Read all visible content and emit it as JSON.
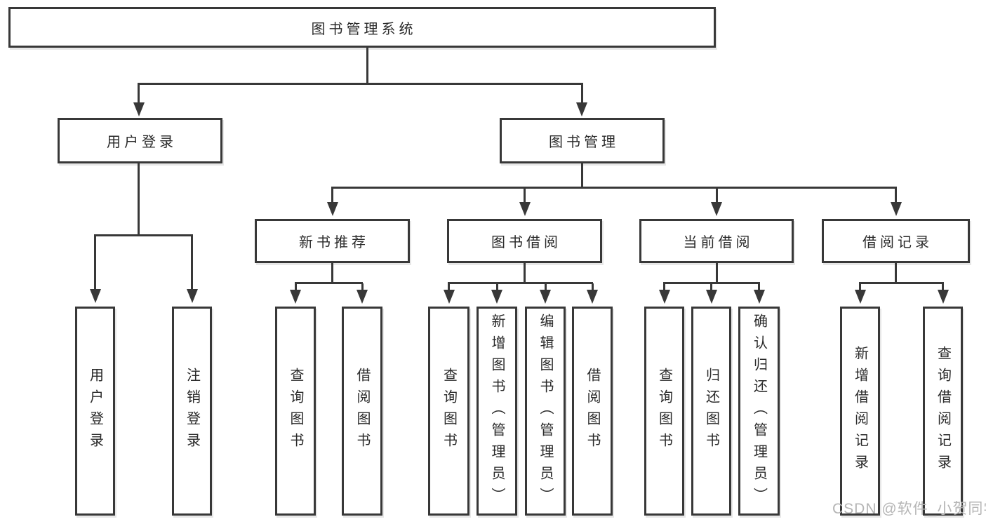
{
  "diagram": {
    "root": "图书管理系统",
    "level2": [
      "用户登录",
      "图书管理"
    ],
    "level3": [
      "新书推荐",
      "图书借阅",
      "当前借阅",
      "借阅记录"
    ],
    "leaves": {
      "user_login": [
        "用户登录",
        "注销登录"
      ],
      "new_books": [
        "查询图书",
        "借阅图书"
      ],
      "book_borrow": [
        "查询图书",
        "新增图书（管理员）",
        "编辑图书（管理员）",
        "借阅图书"
      ],
      "current_borrow": [
        "查询图书",
        "归还图书",
        "确认归还（管理员）"
      ],
      "borrow_records": [
        "新增借阅记录",
        "查询借阅记录"
      ]
    },
    "watermark": "CSDN @软件_小贺同学",
    "icons": {
      "arrowhead": "▼"
    },
    "colors": {
      "line": "#383838",
      "text": "#2a2a2a",
      "watermark": "#b5b5b5",
      "background": "#ffffff"
    }
  }
}
